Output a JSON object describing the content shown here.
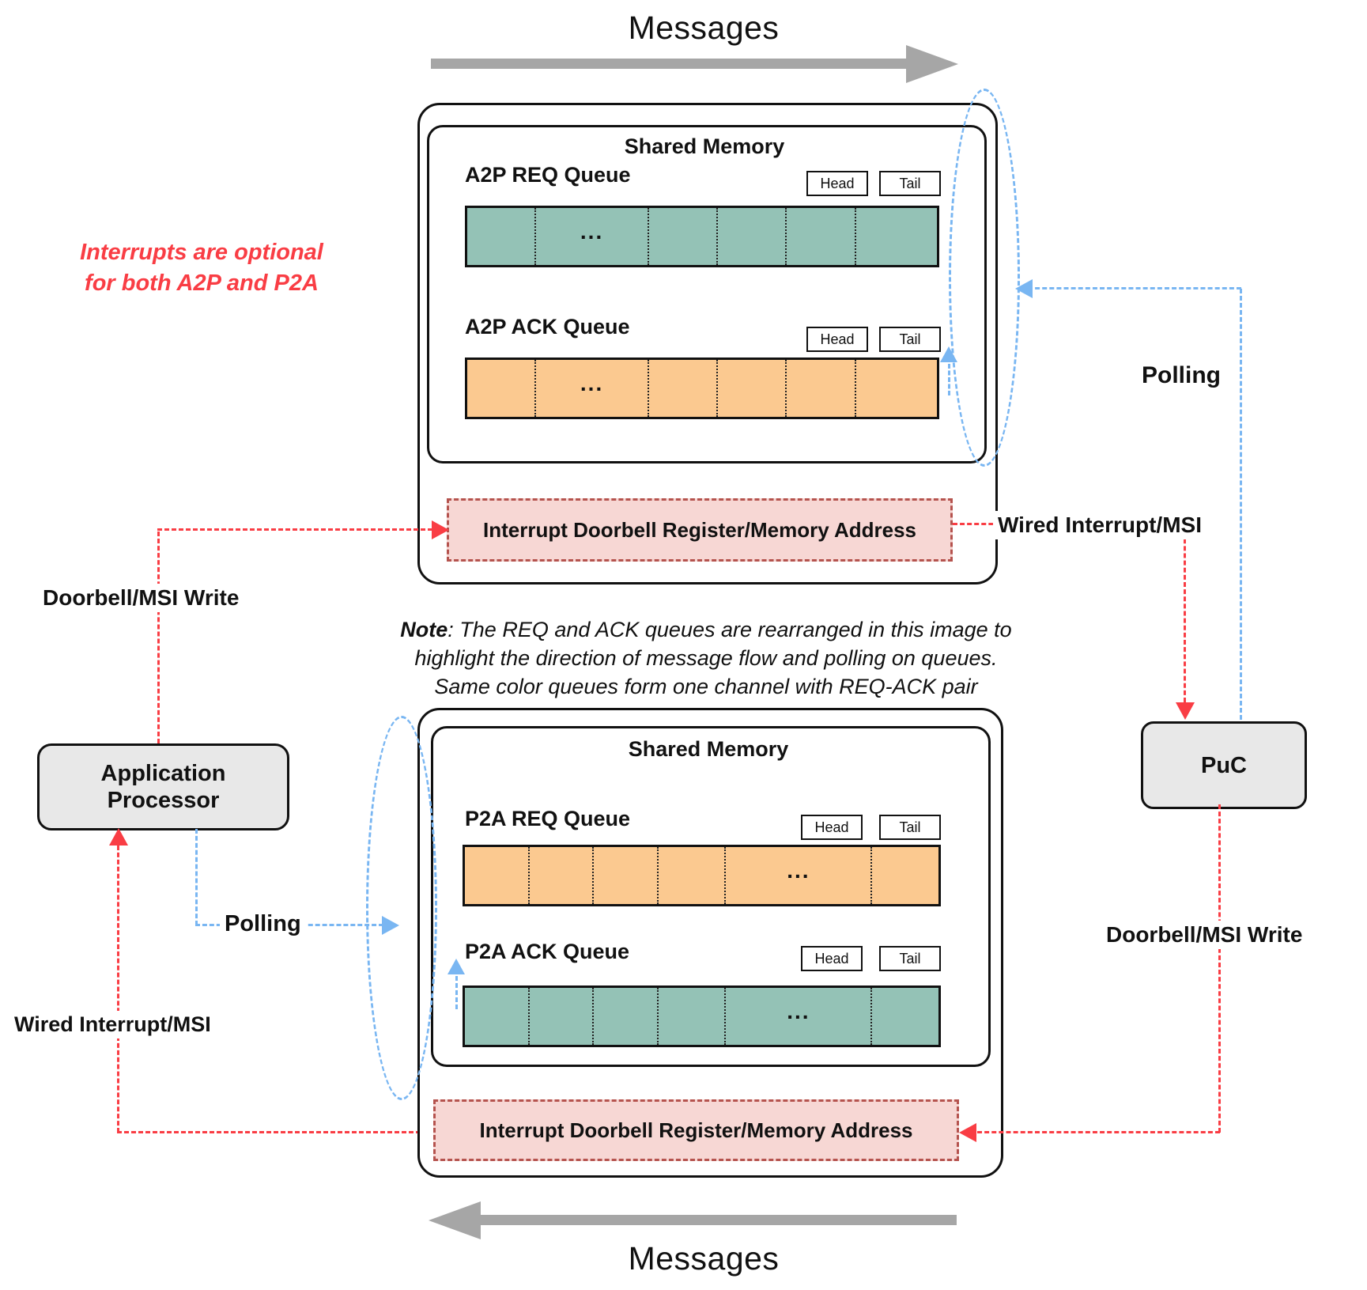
{
  "colors": {
    "teal": "#94c2b6",
    "orange": "#fbc990",
    "pink_fill": "#f7d7d4",
    "pink_border": "#b5534e",
    "red": "#f93d44",
    "blue": "#79b6f2",
    "gray_arrow": "#a6a6a6",
    "node_fill": "#e8e8e8",
    "line": "#111111"
  },
  "flow_top": {
    "title": "Messages"
  },
  "flow_bottom": {
    "title": "Messages"
  },
  "side_note": {
    "line1": "Interrupts are optional",
    "line2": "for both A2P and P2A"
  },
  "center_note": {
    "label": "Note",
    "line1_rest": ": The REQ and ACK queues are rearranged in this image to",
    "line2": "highlight the direction of message flow and polling on queues.",
    "line3": "Same color queues form one channel with REQ-ACK pair"
  },
  "top_memory": {
    "title": "Shared Memory",
    "req_queue": {
      "label": "A2P REQ Queue",
      "head_label": "Head",
      "tail_label": "Tail",
      "ellipsis": "..."
    },
    "ack_queue": {
      "label": "A2P ACK Queue",
      "head_label": "Head",
      "tail_label": "Tail",
      "ellipsis": "..."
    },
    "doorbell_label": "Interrupt Doorbell Register/Memory Address"
  },
  "bottom_memory": {
    "title": "Shared Memory",
    "req_queue": {
      "label": "P2A REQ Queue",
      "head_label": "Head",
      "tail_label": "Tail",
      "ellipsis": "..."
    },
    "ack_queue": {
      "label": "P2A ACK Queue",
      "head_label": "Head",
      "tail_label": "Tail",
      "ellipsis": "..."
    },
    "doorbell_label": "Interrupt Doorbell Register/Memory Address"
  },
  "nodes": {
    "ap_line1": "Application",
    "ap_line2": "Processor",
    "puc": "PuC"
  },
  "labels": {
    "doorbell_msi_write_left": "Doorbell/MSI Write",
    "wired_interrupt_left": "Wired Interrupt/MSI",
    "polling_left": "Polling",
    "polling_right": "Polling",
    "wired_interrupt_right": "Wired Interrupt/MSI",
    "doorbell_msi_write_right": "Doorbell/MSI Write"
  }
}
